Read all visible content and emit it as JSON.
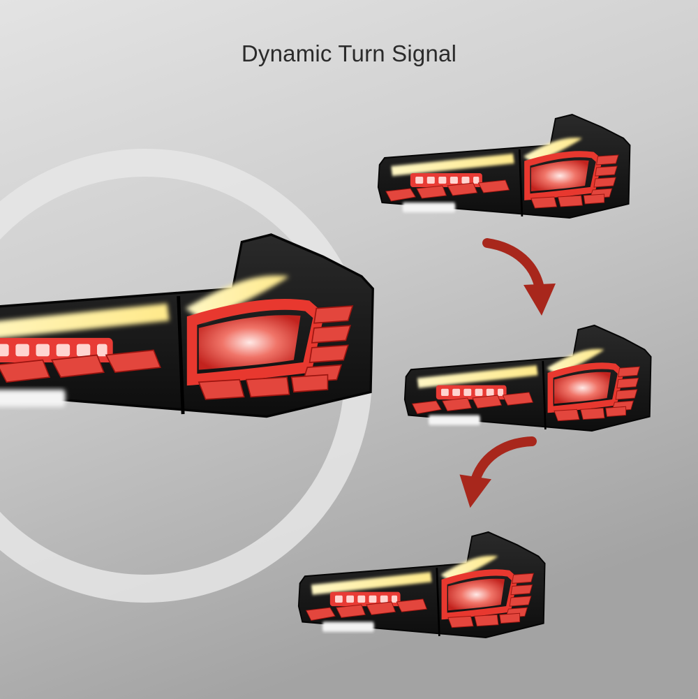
{
  "heading": "Dynamic Turn Signal",
  "colors": {
    "background_light": "#dcdcdc",
    "background_dark": "#a9a9a9",
    "ring": "#e6e6e6",
    "arrow": "#a8271c",
    "housing": "#151515",
    "signal_amber": "#fff3a6",
    "lamp_red": "#e23a33",
    "reverse_white": "#f3f3f3"
  },
  "icons": {
    "arrow": "curved-arrow-down-icon"
  },
  "lamps": [
    {
      "name": "zoomed-taillight",
      "signal_state": "full"
    },
    {
      "name": "taillight-step-1",
      "signal_state": "start"
    },
    {
      "name": "taillight-step-2",
      "signal_state": "middle"
    },
    {
      "name": "taillight-step-3",
      "signal_state": "full"
    }
  ]
}
